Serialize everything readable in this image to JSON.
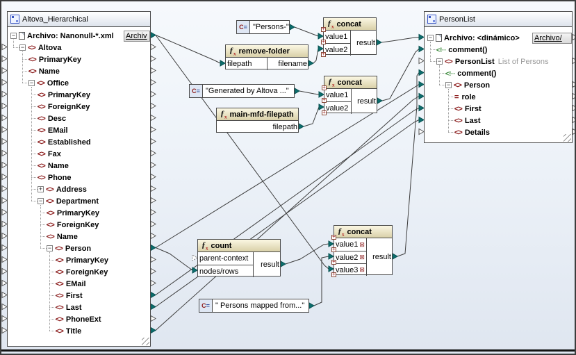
{
  "source": {
    "title": "Altova_Hierarchical",
    "root": {
      "label": "Archivo: Nanonull-*.xml",
      "button": "Archiv",
      "connected": true
    },
    "nodes": [
      {
        "label": "Altova",
        "depth": 1,
        "icon": "element",
        "expand": "minus"
      },
      {
        "label": "PrimaryKey",
        "depth": 2,
        "icon": "element"
      },
      {
        "label": "Name",
        "depth": 2,
        "icon": "element"
      },
      {
        "label": "Office",
        "depth": 2,
        "icon": "element",
        "expand": "minus"
      },
      {
        "label": "PrimaryKey",
        "depth": 3,
        "icon": "element"
      },
      {
        "label": "ForeignKey",
        "depth": 3,
        "icon": "element"
      },
      {
        "label": "Desc",
        "depth": 3,
        "icon": "element"
      },
      {
        "label": "EMail",
        "depth": 3,
        "icon": "element"
      },
      {
        "label": "Established",
        "depth": 3,
        "icon": "element"
      },
      {
        "label": "Fax",
        "depth": 3,
        "icon": "element"
      },
      {
        "label": "Name",
        "depth": 3,
        "icon": "element"
      },
      {
        "label": "Phone",
        "depth": 3,
        "icon": "element"
      },
      {
        "label": "Address",
        "depth": 3,
        "icon": "element",
        "expand": "plus"
      },
      {
        "label": "Department",
        "depth": 3,
        "icon": "element",
        "expand": "minus"
      },
      {
        "label": "PrimaryKey",
        "depth": 4,
        "icon": "element"
      },
      {
        "label": "ForeignKey",
        "depth": 4,
        "icon": "element"
      },
      {
        "label": "Name",
        "depth": 4,
        "icon": "element"
      },
      {
        "label": "Person",
        "depth": 4,
        "icon": "element",
        "expand": "minus",
        "connected": true
      },
      {
        "label": "PrimaryKey",
        "depth": 5,
        "icon": "element"
      },
      {
        "label": "ForeignKey",
        "depth": 5,
        "icon": "element"
      },
      {
        "label": "EMail",
        "depth": 5,
        "icon": "element"
      },
      {
        "label": "First",
        "depth": 5,
        "icon": "element",
        "connected": true
      },
      {
        "label": "Last",
        "depth": 5,
        "icon": "element",
        "connected": true
      },
      {
        "label": "PhoneExt",
        "depth": 5,
        "icon": "element"
      },
      {
        "label": "Title",
        "depth": 5,
        "icon": "element",
        "connected": true
      }
    ]
  },
  "target": {
    "title": "PersonList",
    "root": {
      "label": "Archivo: <dinámico>",
      "button": "Archivo/",
      "connected": true
    },
    "nodes": [
      {
        "label": "comment()",
        "depth": 1,
        "icon": "comment",
        "connected": true
      },
      {
        "label": "PersonList",
        "depth": 1,
        "icon": "element",
        "expand": "minus",
        "annotation": "List of Persons"
      },
      {
        "label": "comment()",
        "depth": 2,
        "icon": "comment",
        "connected": true
      },
      {
        "label": "Person",
        "depth": 2,
        "icon": "element",
        "expand": "minus",
        "connected": true
      },
      {
        "label": "role",
        "depth": 3,
        "icon": "attribute",
        "connected": true
      },
      {
        "label": "First",
        "depth": 3,
        "icon": "element",
        "connected": true
      },
      {
        "label": "Last",
        "depth": 3,
        "icon": "element",
        "connected": true
      },
      {
        "label": "Details",
        "depth": 3,
        "icon": "element"
      }
    ]
  },
  "functions": [
    {
      "name": "concat",
      "inputs": [
        "value1",
        "value2"
      ],
      "output": "result"
    },
    {
      "name": "remove-folder",
      "inputs": [
        "filepath"
      ],
      "output": "filename"
    },
    {
      "name": "concat",
      "inputs": [
        "value1",
        "value2"
      ],
      "output": "result"
    },
    {
      "name": "main-mfd-filepath",
      "inputs": [],
      "output": "filepath"
    },
    {
      "name": "count",
      "inputs": [
        "parent-context",
        "nodes/rows"
      ],
      "output": "result",
      "optional_first": true
    },
    {
      "name": "concat",
      "inputs": [
        "value1",
        "value2",
        "value3"
      ],
      "output": "result",
      "removable_inputs": true
    }
  ],
  "constants": [
    {
      "value": "\"Persons-\""
    },
    {
      "value": "\"Generated by Altova ...\""
    },
    {
      "value": "\" Persons mapped from...\""
    }
  ],
  "colors": {
    "connected_port": "#0c6e6e",
    "line": "#3c3c3c",
    "element_icon": "#8b1a1a",
    "comment_icon": "#1f7a1f",
    "fn_header_top": "#fbf7e3",
    "fn_header_bottom": "#d9d0a8",
    "canvas_top": "#f5f8fc",
    "canvas_bottom": "#dfe6f0"
  }
}
